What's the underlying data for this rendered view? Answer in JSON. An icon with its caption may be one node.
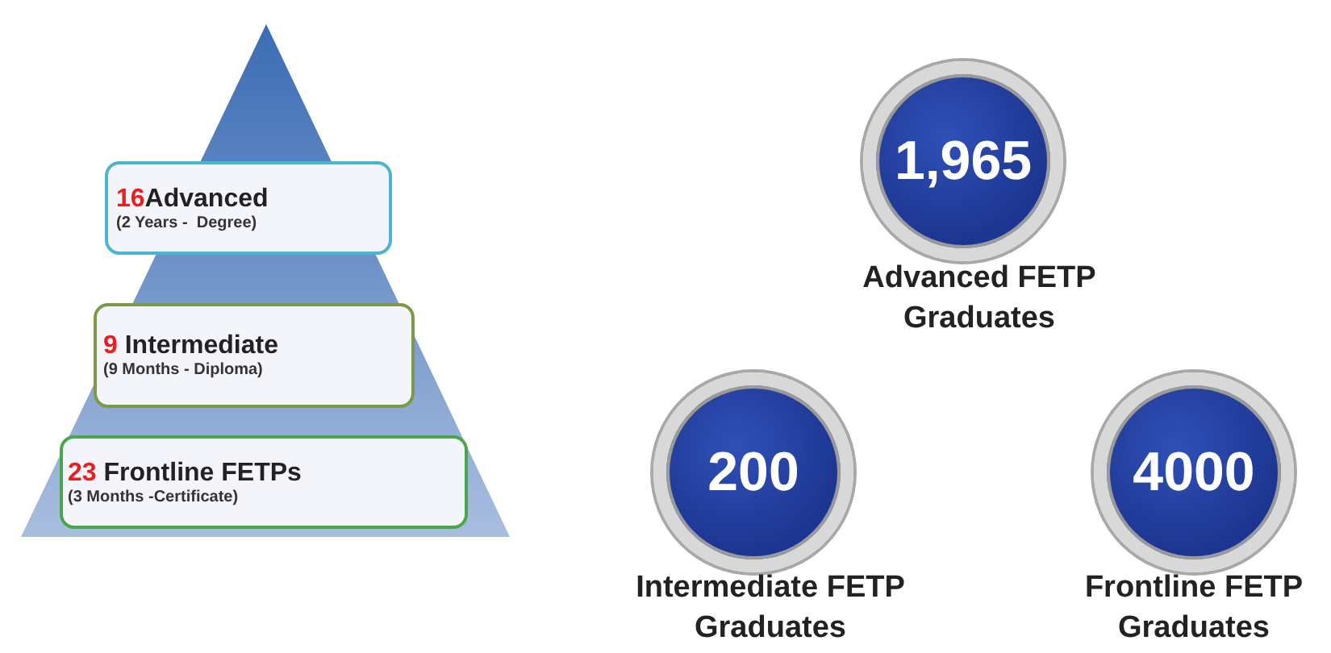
{
  "diagram": {
    "nodes": [
      {
        "text": [
          "16Advanced",
          "(2 Years -  Degree)"
        ]
      },
      {
        "text": [
          "9 Intermediate",
          "(9 Months - Diploma)"
        ]
      },
      {
        "text": [
          "23 Frontline FETPs",
          "(3 Months -Certificate)"
        ]
      },
      {
        "text": [
          "1,965",
          "Advanced FETP Graduates"
        ]
      },
      {
        "text": [
          "200",
          "Intermediate FETP Graduates"
        ]
      },
      {
        "text": [
          "4000",
          "Frontline FETP Graduates"
        ]
      }
    ],
    "edges": []
  }
}
